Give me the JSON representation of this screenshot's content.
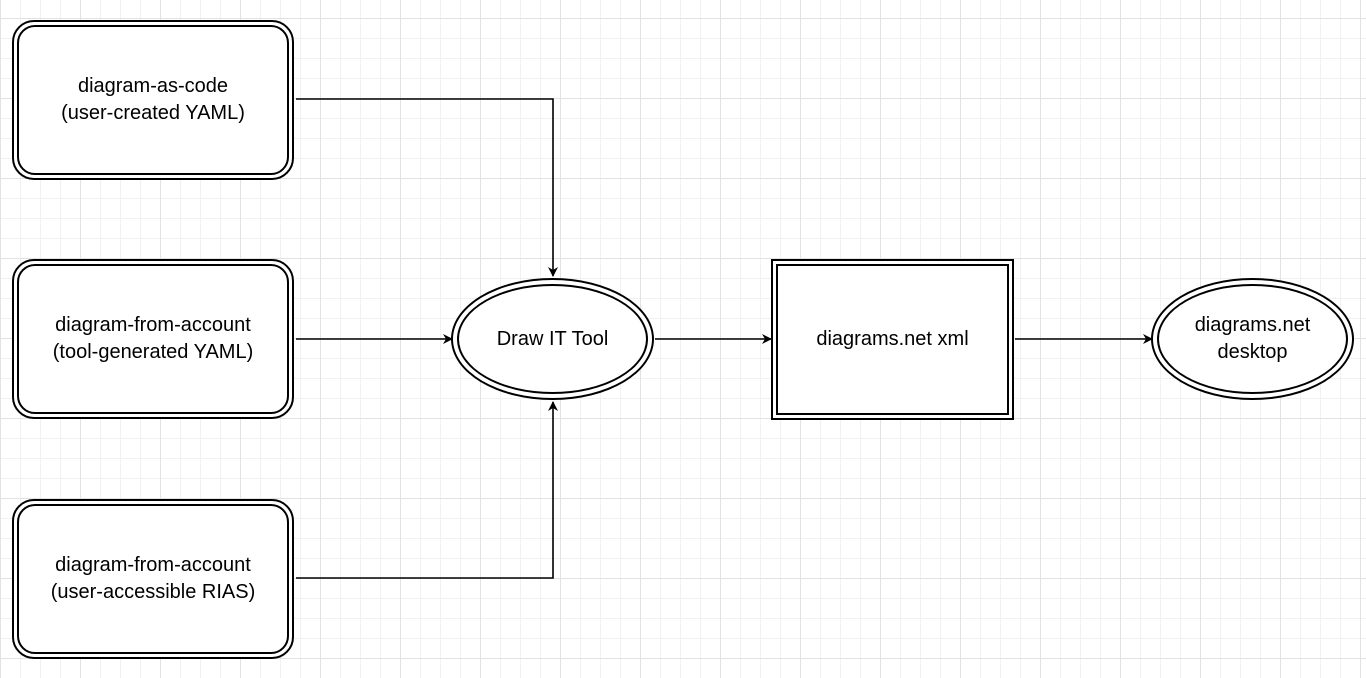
{
  "diagram": {
    "nodes": {
      "yaml_user": {
        "label": "diagram-as-code\n(user-created YAML)"
      },
      "yaml_tool": {
        "label": "diagram-from-account\n(tool-generated YAML)"
      },
      "rias": {
        "label": "diagram-from-account\n(user-accessible RIAS)"
      },
      "drawit": {
        "label": "Draw IT Tool"
      },
      "xml": {
        "label": "diagrams.net xml"
      },
      "desktop": {
        "label": "diagrams.net\ndesktop"
      }
    },
    "edges": [
      {
        "from": "yaml_user",
        "to": "drawit"
      },
      {
        "from": "yaml_tool",
        "to": "drawit"
      },
      {
        "from": "rias",
        "to": "drawit"
      },
      {
        "from": "drawit",
        "to": "xml"
      },
      {
        "from": "xml",
        "to": "desktop"
      }
    ],
    "colors": {
      "stroke": "#000000",
      "background": "#ffffff",
      "grid": "#e2e2e2"
    }
  }
}
